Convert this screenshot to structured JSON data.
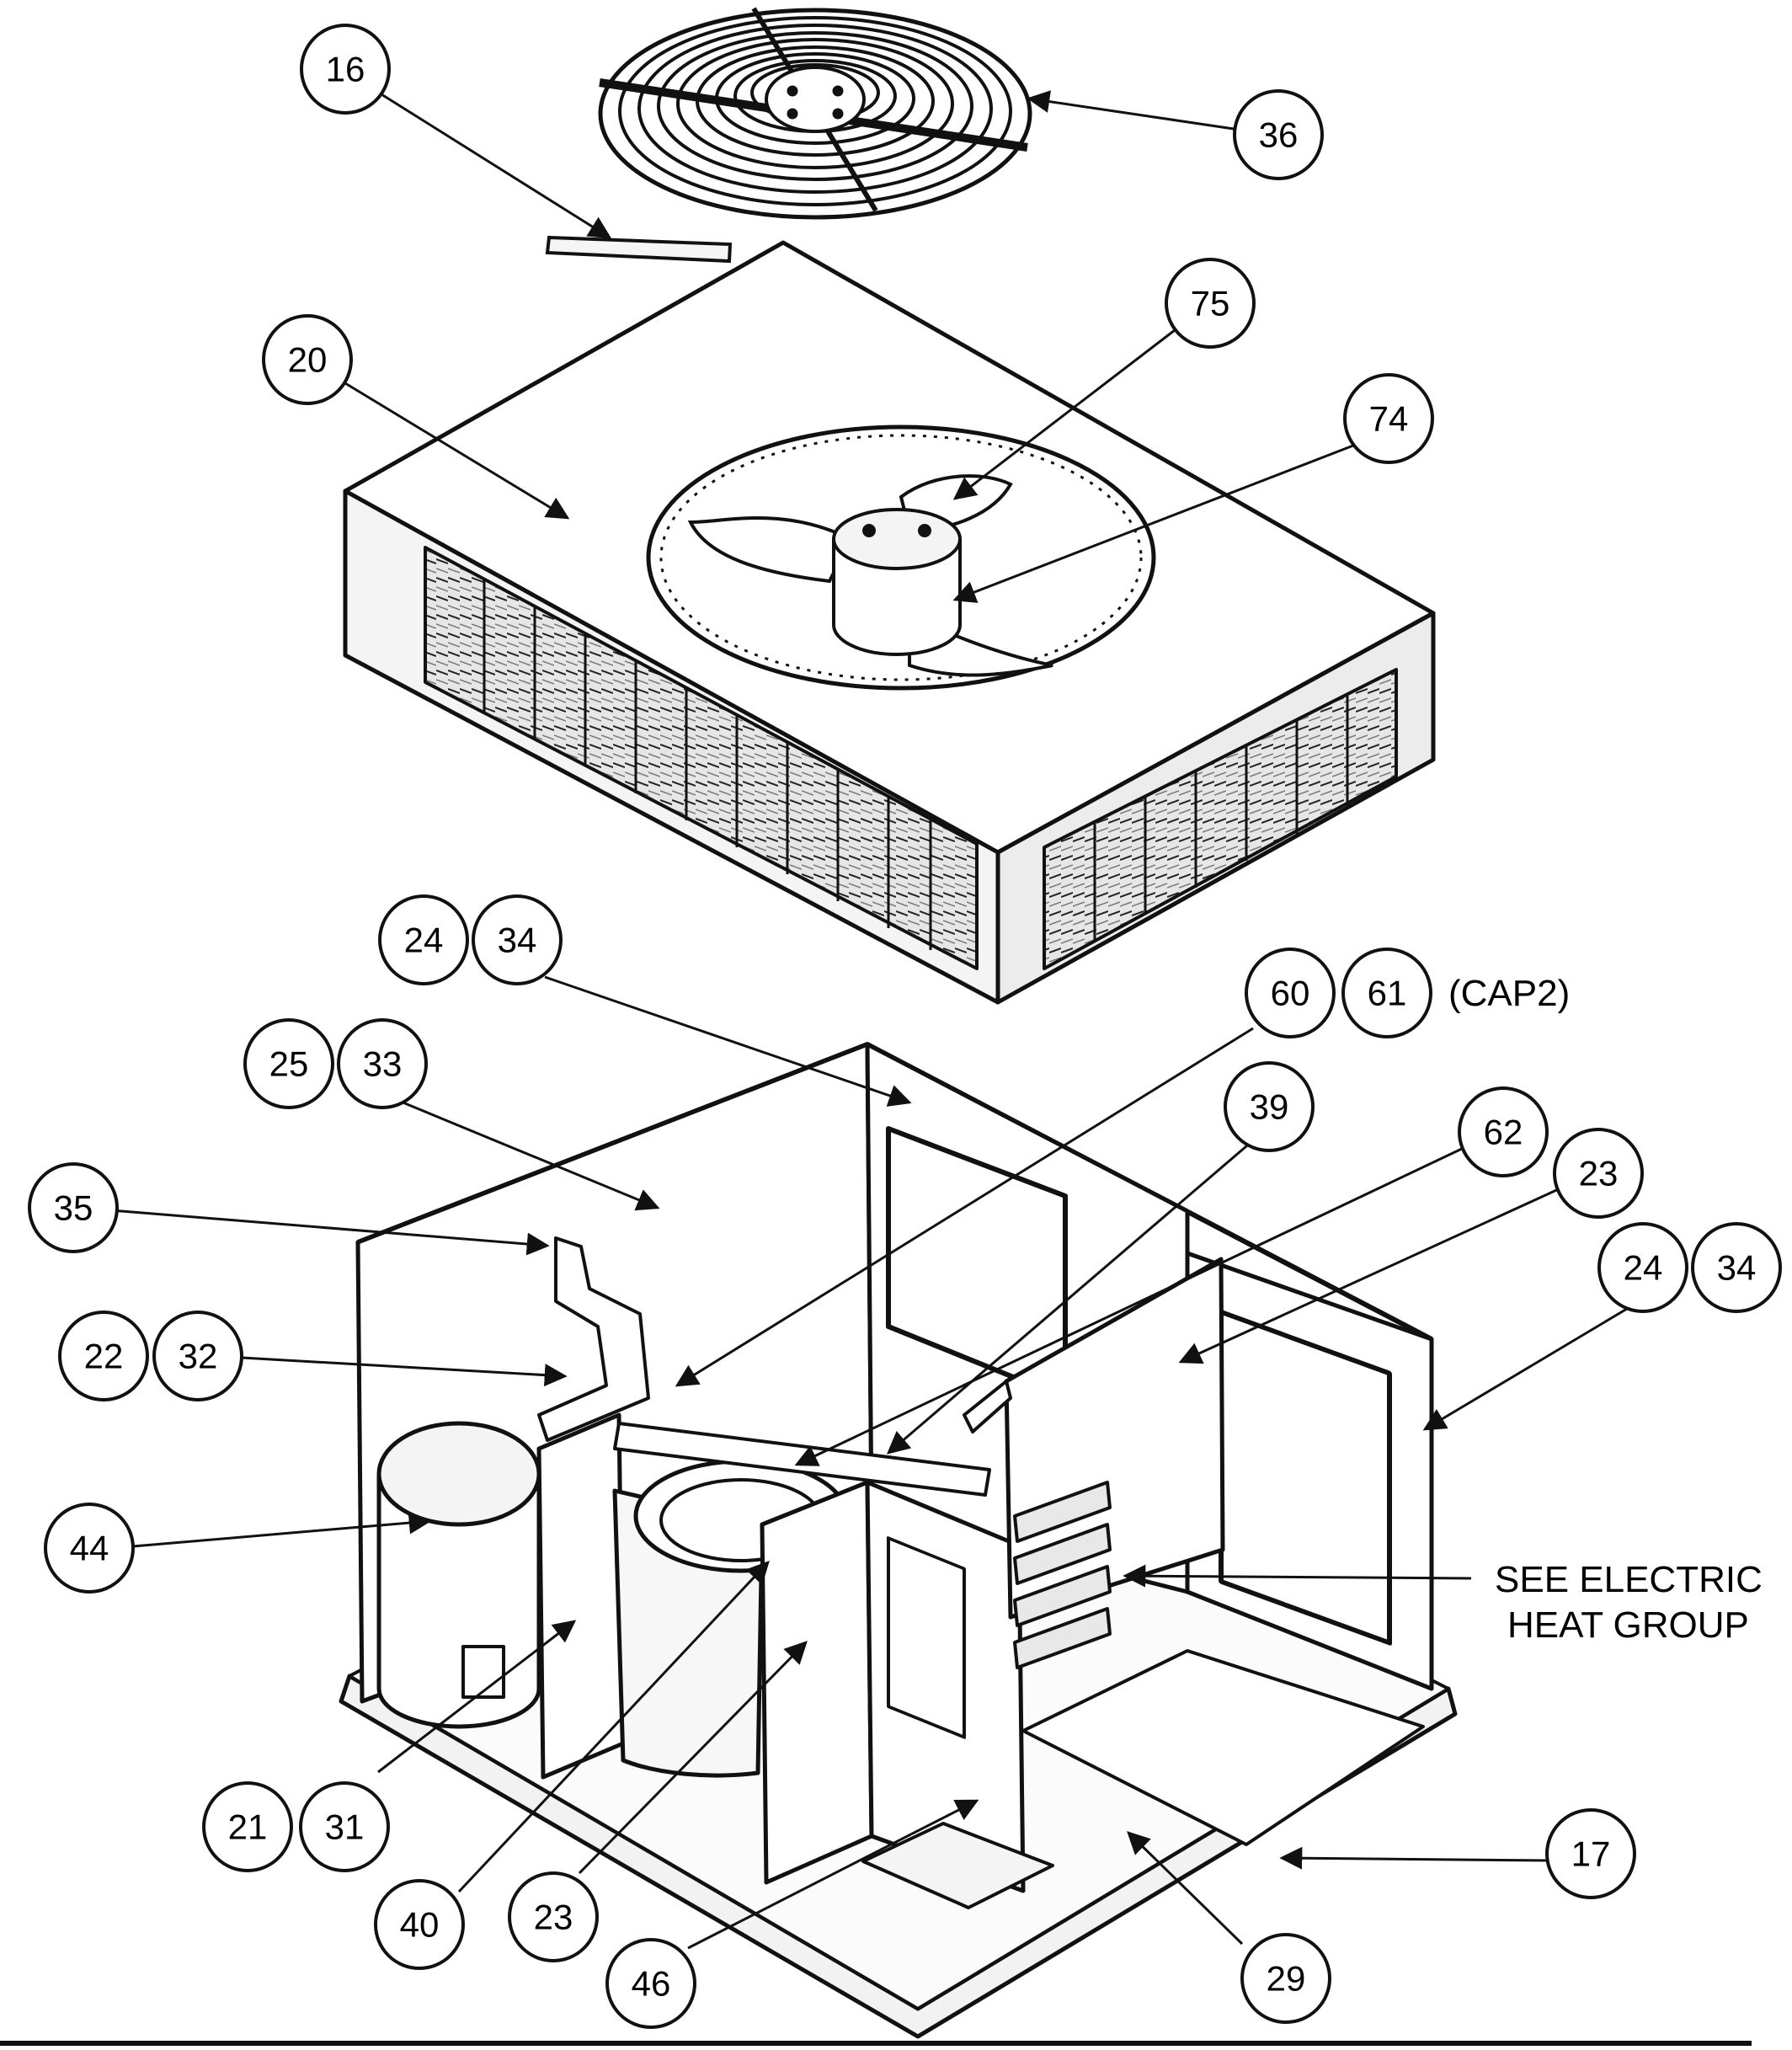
{
  "callouts": [
    {
      "id": "c16a",
      "label": "16"
    },
    {
      "id": "c36",
      "label": "36"
    },
    {
      "id": "c20",
      "label": "20"
    },
    {
      "id": "c75",
      "label": "75"
    },
    {
      "id": "c74",
      "label": "74"
    },
    {
      "id": "c24a",
      "label": "24"
    },
    {
      "id": "c34a",
      "label": "34"
    },
    {
      "id": "c60",
      "label": "60"
    },
    {
      "id": "c61",
      "label": "61"
    },
    {
      "id": "c25",
      "label": "25"
    },
    {
      "id": "c33",
      "label": "33"
    },
    {
      "id": "c39",
      "label": "39"
    },
    {
      "id": "c62",
      "label": "62"
    },
    {
      "id": "c23a",
      "label": "23"
    },
    {
      "id": "c35",
      "label": "35"
    },
    {
      "id": "c24b",
      "label": "24"
    },
    {
      "id": "c34b",
      "label": "34"
    },
    {
      "id": "c22",
      "label": "22"
    },
    {
      "id": "c32",
      "label": "32"
    },
    {
      "id": "c44",
      "label": "44"
    },
    {
      "id": "c21",
      "label": "21"
    },
    {
      "id": "c31",
      "label": "31"
    },
    {
      "id": "c17",
      "label": "17"
    },
    {
      "id": "c40",
      "label": "40"
    },
    {
      "id": "c23b",
      "label": "23"
    },
    {
      "id": "c46",
      "label": "46"
    },
    {
      "id": "c29",
      "label": "29"
    }
  ],
  "notes": {
    "cap2": "(CAP2)",
    "see_electric_line1": "SEE ELECTRIC",
    "see_electric_line2": "HEAT GROUP"
  },
  "colors": {
    "ink": "#111111",
    "paper": "#ffffff",
    "panel": "#f3f3f3",
    "louver": "#dcdcdc"
  }
}
